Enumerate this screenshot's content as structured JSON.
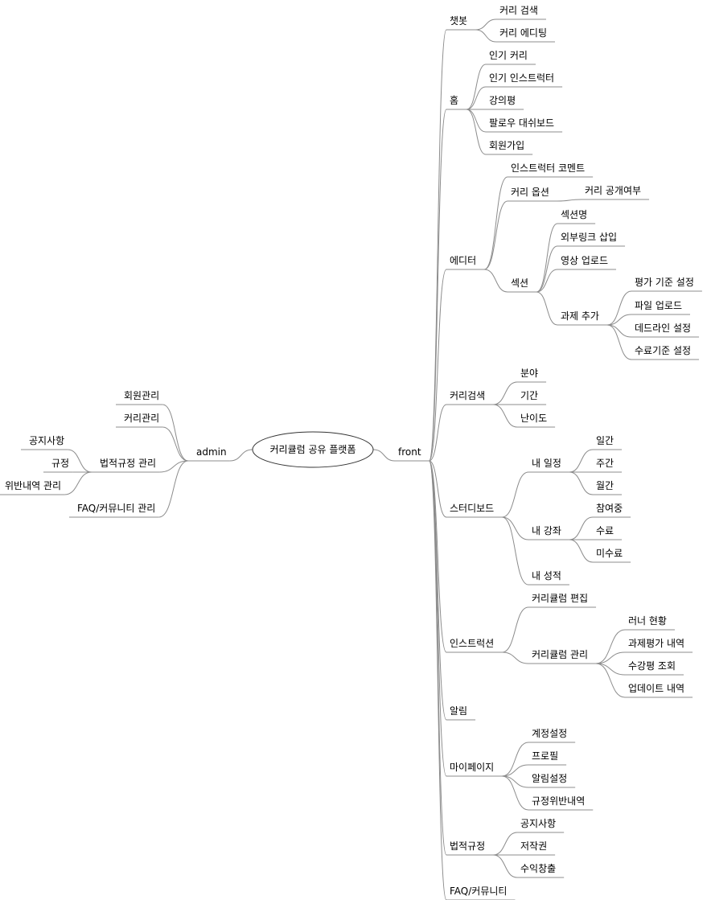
{
  "root": {
    "id": "root",
    "label": "커리큘럼 공유 플랫폼"
  },
  "nodes": [
    {
      "id": "admin",
      "label": "admin",
      "parent": "root"
    },
    {
      "id": "front",
      "label": "front",
      "parent": "root"
    },
    {
      "id": "a_member",
      "label": "회원관리",
      "parent": "admin"
    },
    {
      "id": "a_curri",
      "label": "커리관리",
      "parent": "admin"
    },
    {
      "id": "a_law",
      "label": "법적규정 관리",
      "parent": "admin"
    },
    {
      "id": "a_notice",
      "label": "공지사항",
      "parent": "a_law"
    },
    {
      "id": "a_rule",
      "label": "규정",
      "parent": "a_law"
    },
    {
      "id": "a_violation",
      "label": "위반내역 관리",
      "parent": "a_law"
    },
    {
      "id": "a_faq",
      "label": "FAQ/커뮤니티 관리",
      "parent": "admin"
    },
    {
      "id": "chatbot",
      "label": "챗봇",
      "parent": "front"
    },
    {
      "id": "cb_search",
      "label": "커리 검색",
      "parent": "chatbot"
    },
    {
      "id": "cb_edit",
      "label": "커리 에디팅",
      "parent": "chatbot"
    },
    {
      "id": "home",
      "label": "홈",
      "parent": "front"
    },
    {
      "id": "h_popcurri",
      "label": "인기 커리",
      "parent": "home"
    },
    {
      "id": "h_popinst",
      "label": "인기 인스트럭터",
      "parent": "home"
    },
    {
      "id": "h_review",
      "label": "강의평",
      "parent": "home"
    },
    {
      "id": "h_follow",
      "label": "팔로우 대쉬보드",
      "parent": "home"
    },
    {
      "id": "h_signup",
      "label": "회원가입",
      "parent": "home"
    },
    {
      "id": "editor",
      "label": "에디터",
      "parent": "front"
    },
    {
      "id": "e_comment",
      "label": "인스트럭터 코멘트",
      "parent": "editor"
    },
    {
      "id": "e_option",
      "label": "커리 옵션",
      "parent": "editor"
    },
    {
      "id": "e_public",
      "label": "커리 공개여부",
      "parent": "e_option"
    },
    {
      "id": "e_section",
      "label": "섹션",
      "parent": "editor"
    },
    {
      "id": "s_name",
      "label": "섹션명",
      "parent": "e_section"
    },
    {
      "id": "s_link",
      "label": "외부링크 삽입",
      "parent": "e_section"
    },
    {
      "id": "s_video",
      "label": "영상 업로드",
      "parent": "e_section"
    },
    {
      "id": "s_task",
      "label": "과제 추가",
      "parent": "e_section"
    },
    {
      "id": "t_criteria",
      "label": "평가 기준 설정",
      "parent": "s_task"
    },
    {
      "id": "t_file",
      "label": "파일 업로드",
      "parent": "s_task"
    },
    {
      "id": "t_deadline",
      "label": "데드라인 설정",
      "parent": "s_task"
    },
    {
      "id": "t_complete",
      "label": "수료기준 설정",
      "parent": "s_task"
    },
    {
      "id": "csearch",
      "label": "커리검색",
      "parent": "front"
    },
    {
      "id": "cs_field",
      "label": "분야",
      "parent": "csearch"
    },
    {
      "id": "cs_period",
      "label": "기간",
      "parent": "csearch"
    },
    {
      "id": "cs_level",
      "label": "난이도",
      "parent": "csearch"
    },
    {
      "id": "study",
      "label": "스터디보드",
      "parent": "front"
    },
    {
      "id": "sb_sched",
      "label": "내 일정",
      "parent": "study"
    },
    {
      "id": "sc_daily",
      "label": "일간",
      "parent": "sb_sched"
    },
    {
      "id": "sc_weekly",
      "label": "주간",
      "parent": "sb_sched"
    },
    {
      "id": "sc_monthly",
      "label": "월간",
      "parent": "sb_sched"
    },
    {
      "id": "sb_course",
      "label": "내 강좌",
      "parent": "study"
    },
    {
      "id": "co_joined",
      "label": "참여중",
      "parent": "sb_course"
    },
    {
      "id": "co_done",
      "label": "수료",
      "parent": "sb_course"
    },
    {
      "id": "co_undone",
      "label": "미수료",
      "parent": "sb_course"
    },
    {
      "id": "sb_grade",
      "label": "내 성적",
      "parent": "study"
    },
    {
      "id": "instr",
      "label": "인스트럭션",
      "parent": "front"
    },
    {
      "id": "i_edit",
      "label": "커리큘럼 편집",
      "parent": "instr"
    },
    {
      "id": "i_manage",
      "label": "커리큘럼 관리",
      "parent": "instr"
    },
    {
      "id": "m_learner",
      "label": "러너 현황",
      "parent": "i_manage"
    },
    {
      "id": "m_taskeval",
      "label": "과제평가 내역",
      "parent": "i_manage"
    },
    {
      "id": "m_review",
      "label": "수강평 조회",
      "parent": "i_manage"
    },
    {
      "id": "m_update",
      "label": "업데이트 내역",
      "parent": "i_manage"
    },
    {
      "id": "alarm",
      "label": "알림",
      "parent": "front"
    },
    {
      "id": "mypage",
      "label": "마이페이지",
      "parent": "front"
    },
    {
      "id": "mp_account",
      "label": "계정설정",
      "parent": "mypage"
    },
    {
      "id": "mp_profile",
      "label": "프로필",
      "parent": "mypage"
    },
    {
      "id": "mp_alarm",
      "label": "알림설정",
      "parent": "mypage"
    },
    {
      "id": "mp_violation",
      "label": "규정위반내역",
      "parent": "mypage"
    },
    {
      "id": "law",
      "label": "법적규정",
      "parent": "front"
    },
    {
      "id": "l_notice",
      "label": "공지사항",
      "parent": "law"
    },
    {
      "id": "l_copyright",
      "label": "저작권",
      "parent": "law"
    },
    {
      "id": "l_revenue",
      "label": "수익창출",
      "parent": "law"
    },
    {
      "id": "faq",
      "label": "FAQ/커뮤니티",
      "parent": "front"
    }
  ]
}
